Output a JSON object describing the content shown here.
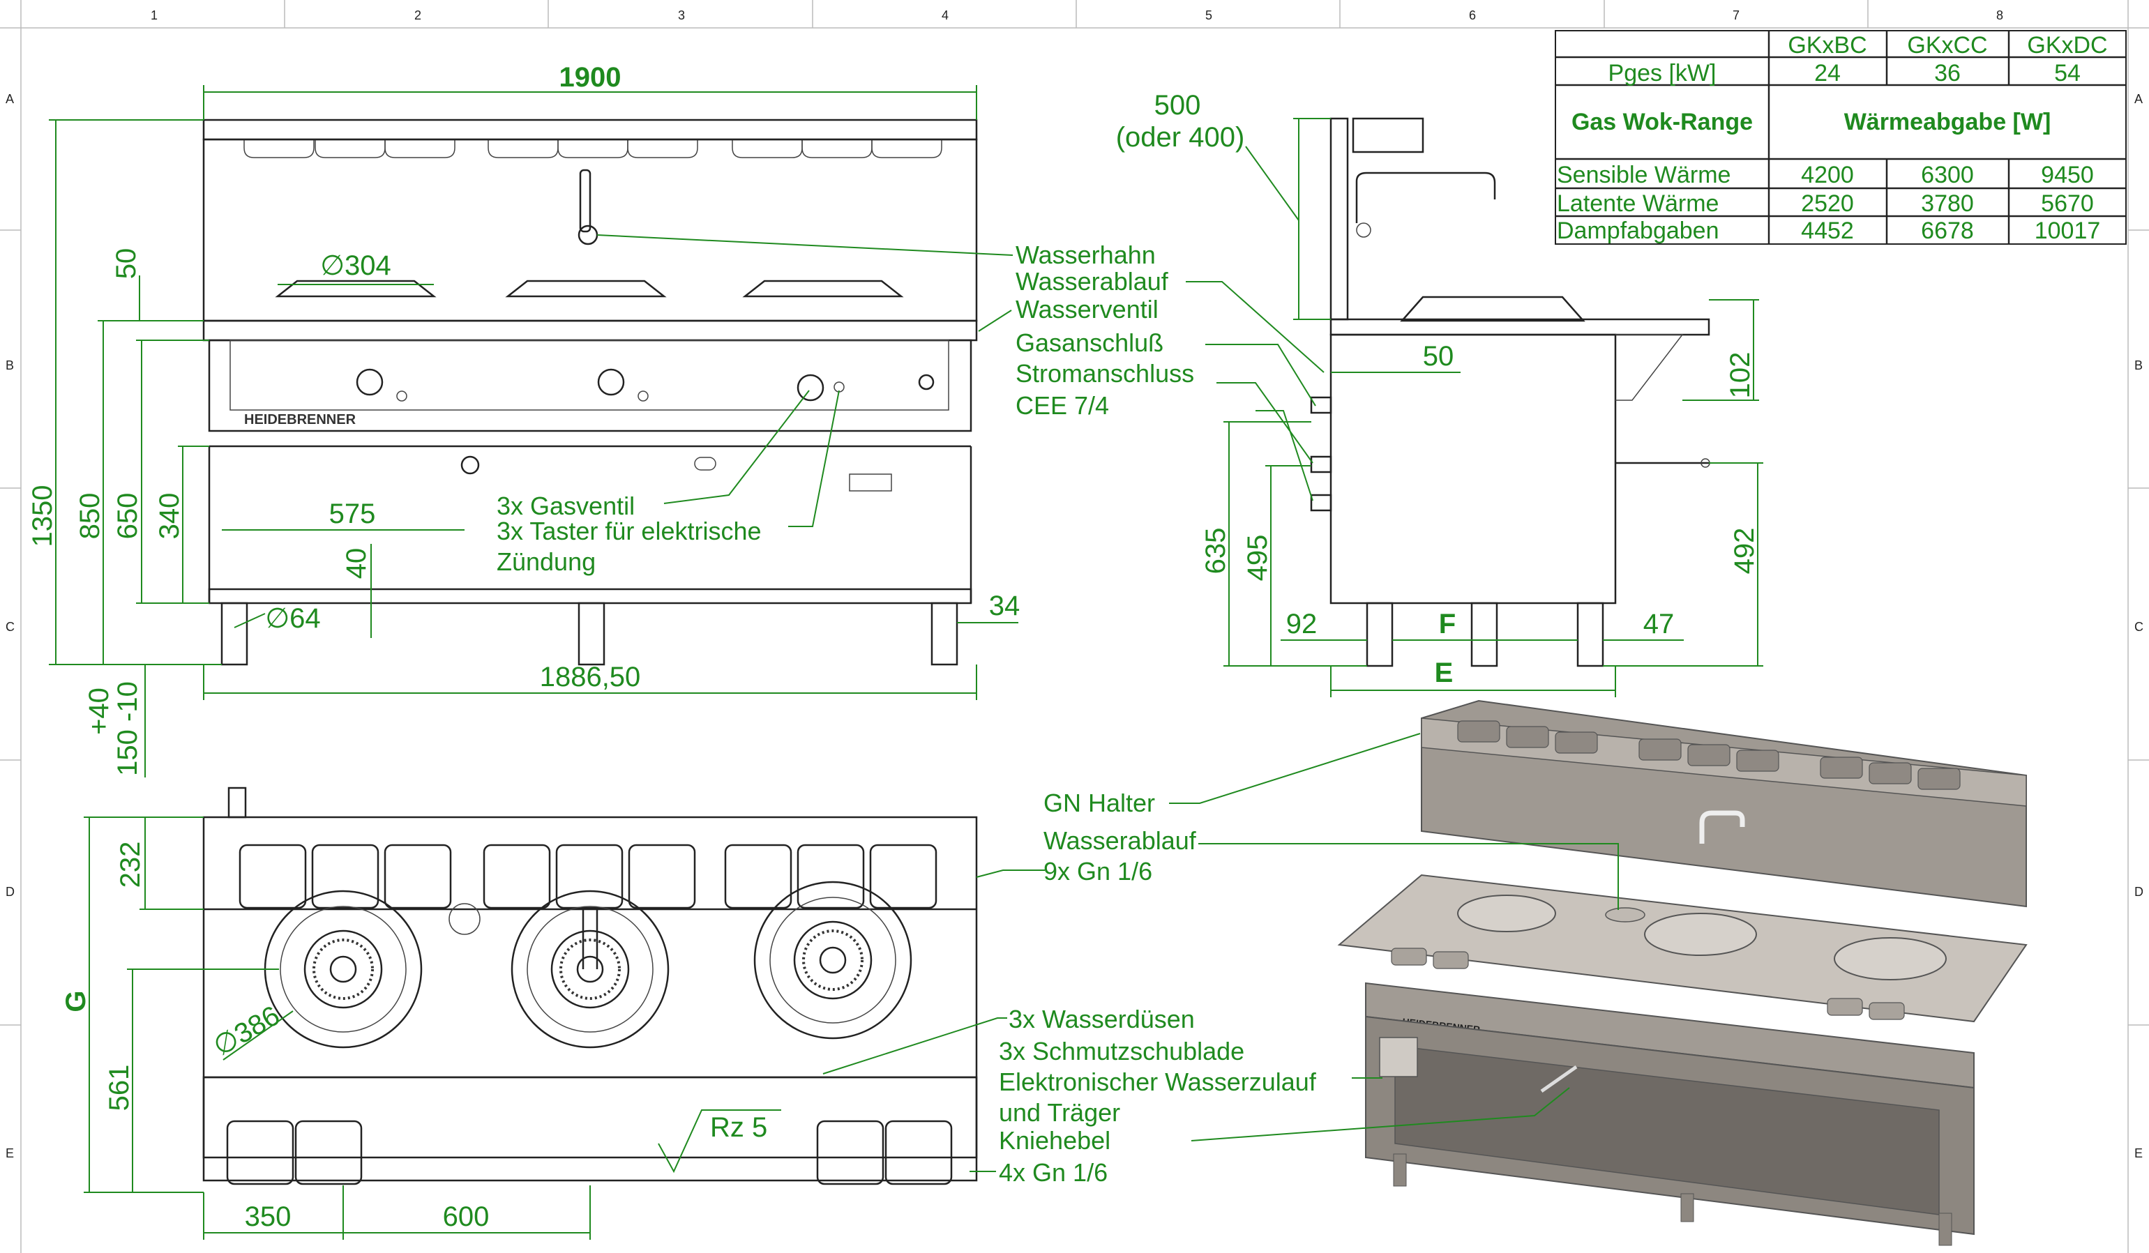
{
  "zones": {
    "columns": [
      "1",
      "2",
      "3",
      "4",
      "5",
      "6",
      "7",
      "8"
    ],
    "rows": [
      "A",
      "B",
      "C",
      "D",
      "E"
    ]
  },
  "table": {
    "models": [
      "GKxBC",
      "GKxCC",
      "GKxDC"
    ],
    "pges_label": "Pges [kW]",
    "pges_values": [
      "24",
      "36",
      "54"
    ],
    "range_label": "Gas Wok-Range",
    "group_label": "Wärmeabgabe [W]",
    "rows": [
      {
        "label": "Sensible Wärme",
        "values": [
          "4200",
          "6300",
          "9450"
        ]
      },
      {
        "label": "Latente Wärme",
        "values": [
          "2520",
          "3780",
          "5670"
        ]
      },
      {
        "label": "Dampfabgaben",
        "values": [
          "4452",
          "6678",
          "10017"
        ]
      }
    ]
  },
  "front_view": {
    "width_total": "1900",
    "width_bottom": "1886,50",
    "h_total": "1350",
    "h_counter": "850",
    "h_650": "650",
    "h_340": "340",
    "h_50": "50",
    "burner_dia": "∅304",
    "leg_dia": "∅64",
    "pos_575": "575",
    "d_40": "40",
    "d_34": "34",
    "leg_adj_plus": "+40",
    "leg_adj_range": "150 -10",
    "brand": "HEIDEBRENNER"
  },
  "side_view": {
    "h_500": "500",
    "h_500_alt": "(oder 400)",
    "d_50": "50",
    "h_102": "102",
    "h_635": "635",
    "h_495": "495",
    "h_492": "492",
    "d_92": "92",
    "d_F": "F",
    "d_47": "47",
    "d_E": "E"
  },
  "top_view": {
    "h_232": "232",
    "h_G": "G",
    "h_561": "561",
    "burner_dia": "∅386",
    "d_350": "350",
    "d_600": "600",
    "roughness": "Rz  5"
  },
  "callouts": {
    "wasserhahn": "Wasserhahn",
    "wasserablauf": "Wasserablauf",
    "wasserventil": "Wasserventil",
    "gasanschluss": "Gasanschluß",
    "stromanschluss": "Stromanschluss",
    "cee": "CEE 7/4",
    "gasventil": "3x Gasventil",
    "taster": "3x Taster für elektrische",
    "zuendung": "Zündung",
    "gn_halter": "GN Halter",
    "wasserablauf_iso": "Wasserablauf",
    "gn_9x": "9x Gn 1/6",
    "wasserduesen": "3x Wasserdüsen",
    "schmutz": "3x Schmutzschublade",
    "wasserzulauf": "Elektronischer Wasserzulauf",
    "traeger": "und Träger",
    "kniehebel": "Kniehebel",
    "gn_4x": "4x Gn 1/6"
  },
  "colors": {
    "dimension": "#1f8a1f",
    "line": "#222222",
    "metal": "#b9b3aa"
  },
  "brand_iso": "HEIDEBRENNER"
}
